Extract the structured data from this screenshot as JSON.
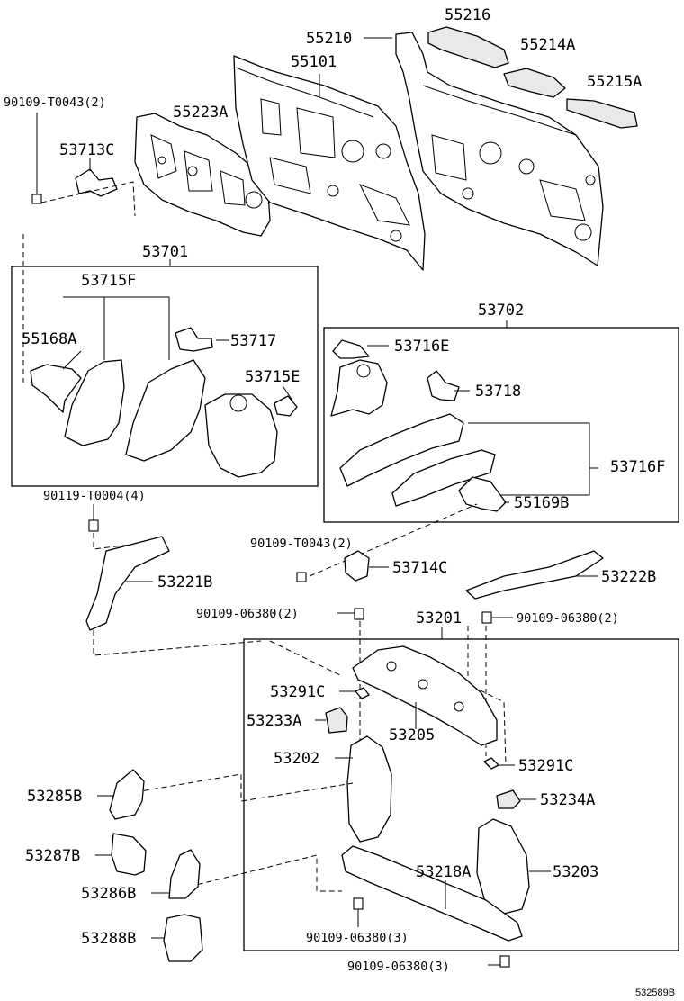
{
  "diagram_id": "532589B",
  "groups": {
    "g53701": "53701",
    "g53702": "53702",
    "g53201": "53201"
  },
  "labels": {
    "p55216": "55216",
    "p55210": "55210",
    "p55214A": "55214A",
    "p55101": "55101",
    "p55215A": "55215A",
    "p90109T0043a": "90109-T0043(2)",
    "p55223A": "55223A",
    "p53713C": "53713C",
    "p53715F": "53715F",
    "p55168A": "55168A",
    "p53717": "53717",
    "p53715E": "53715E",
    "p53716E": "53716E",
    "p53718": "53718",
    "p53716F": "53716F",
    "p55169B": "55169B",
    "p90119T0004": "90119-T0004(4)",
    "p90109T0043b": "90109-T0043(2)",
    "p53714C": "53714C",
    "p53221B": "53221B",
    "p53222B": "53222B",
    "p9010906380a": "90109-06380(2)",
    "p9010906380b": "90109-06380(2)",
    "p53291Ca": "53291C",
    "p53233A": "53233A",
    "p53205": "53205",
    "p53202": "53202",
    "p53291Cb": "53291C",
    "p53285B": "53285B",
    "p53234A": "53234A",
    "p53287B": "53287B",
    "p53218A": "53218A",
    "p53203": "53203",
    "p53286B": "53286B",
    "p53288B": "53288B",
    "p9010906380c": "90109-06380(3)",
    "p9010906380d": "90109-06380(3)"
  }
}
